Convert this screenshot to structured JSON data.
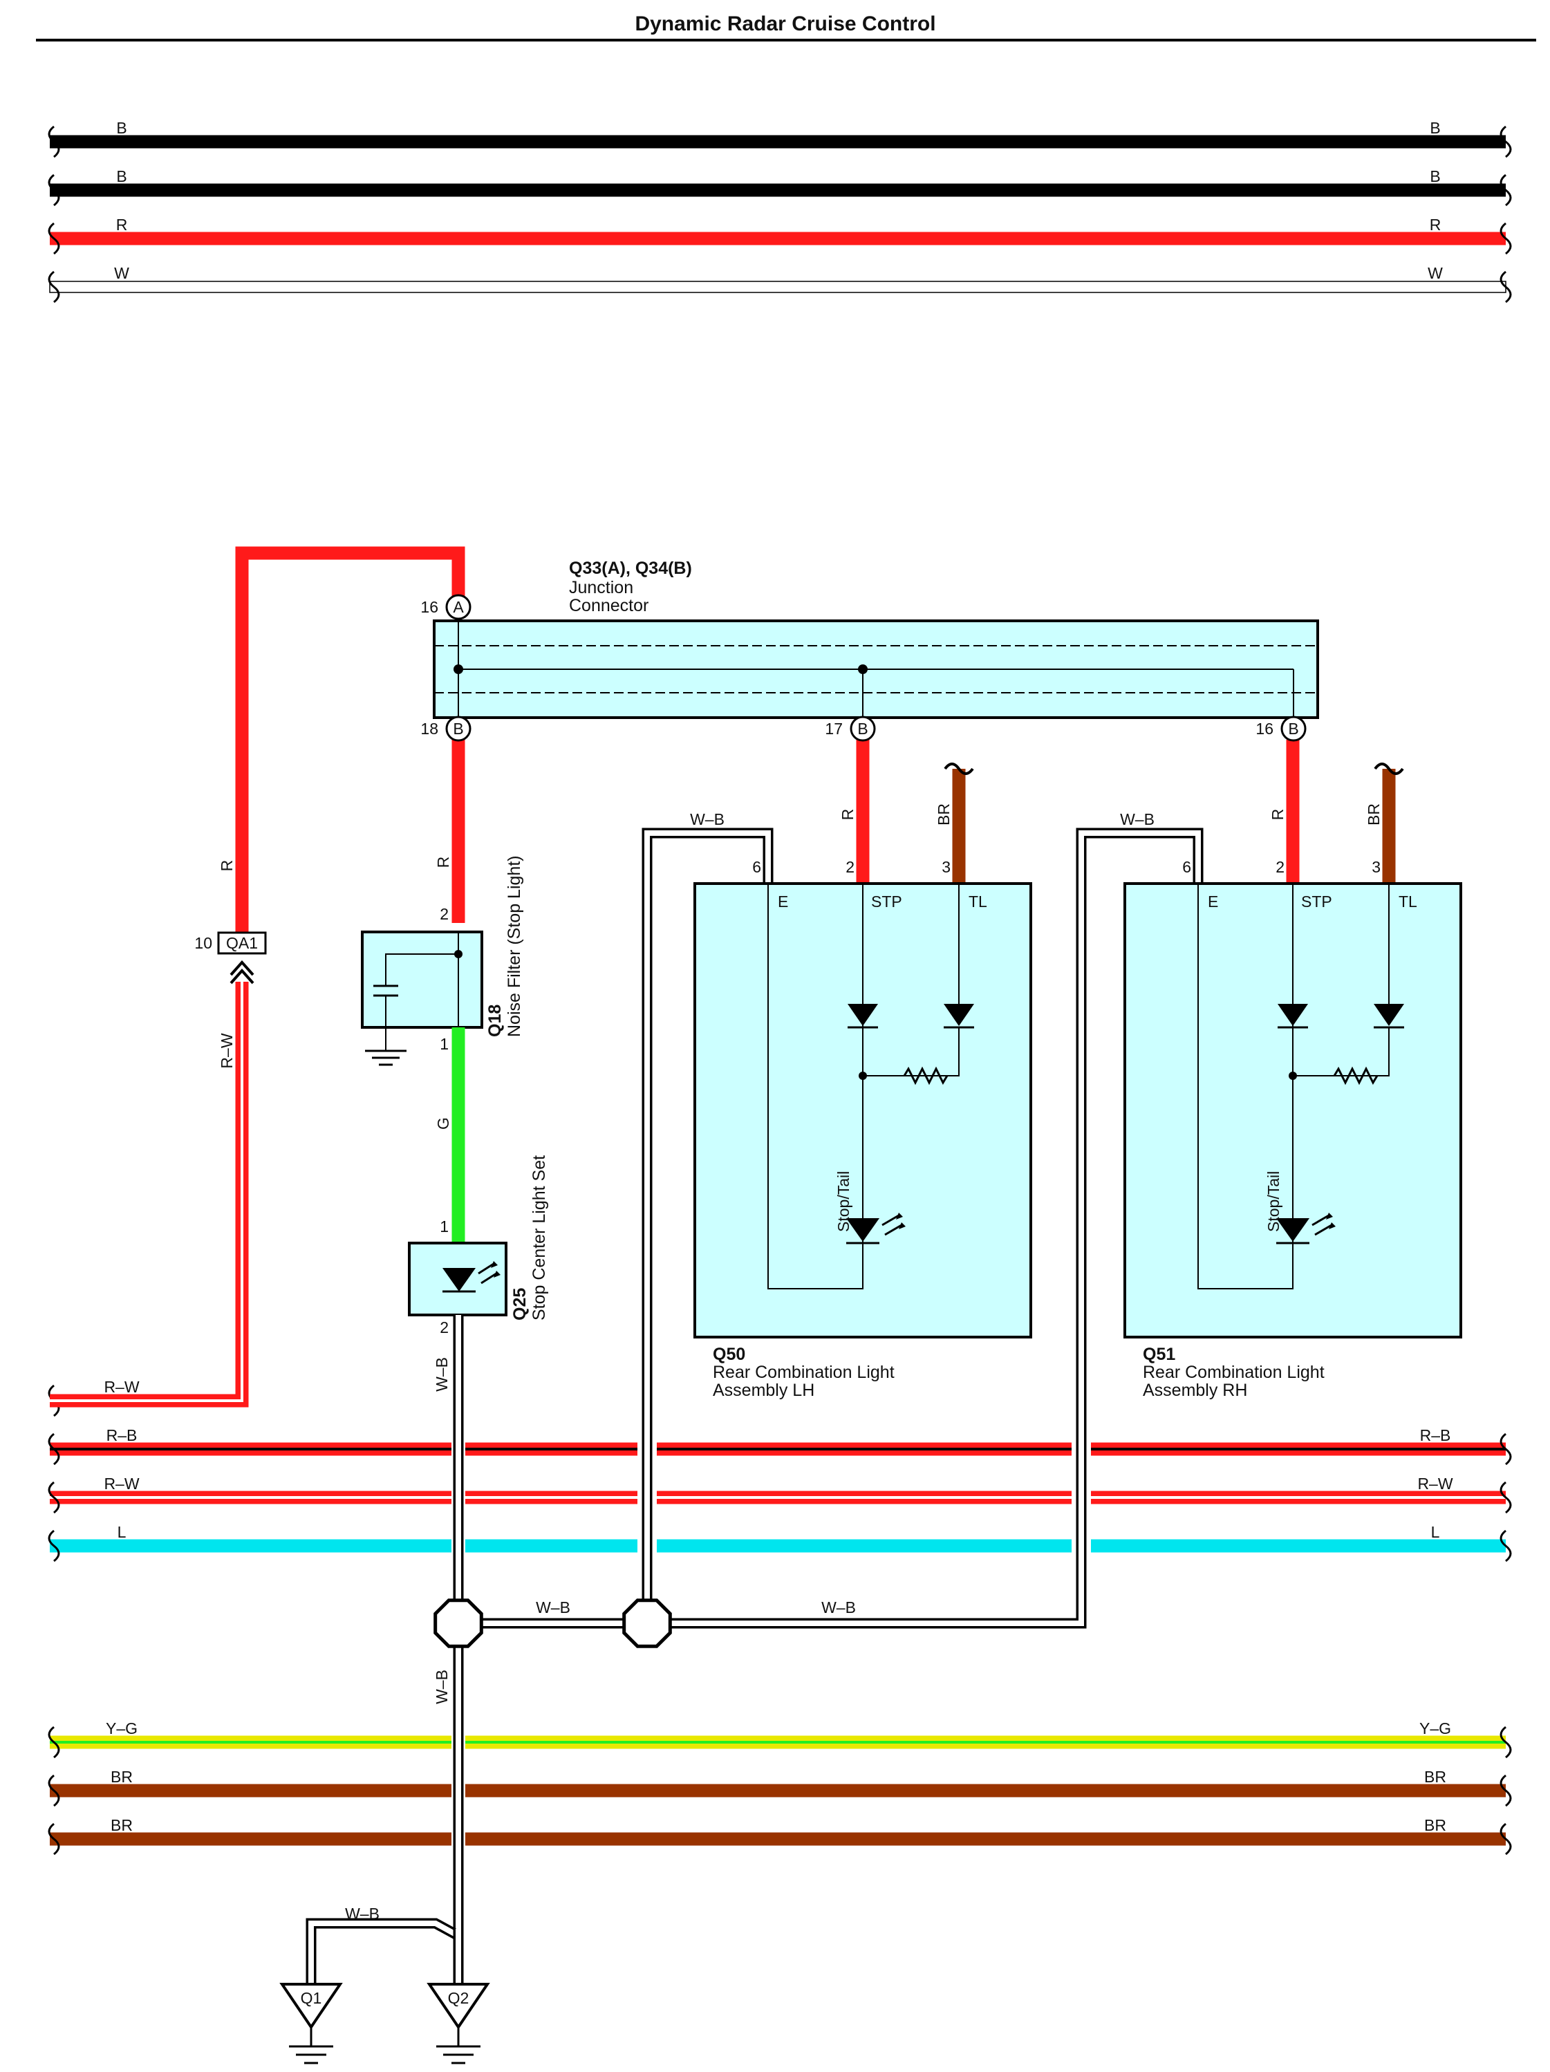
{
  "title": "Dynamic Radar Cruise Control",
  "top_bus": [
    {
      "code": "B",
      "color": "#000000"
    },
    {
      "code": "B",
      "color": "#000000"
    },
    {
      "code": "R",
      "color": "#ff1a1a"
    },
    {
      "code": "W",
      "color": "#ffffff"
    }
  ],
  "mid_bus": [
    {
      "code": "R–W",
      "color": "#ff1a1a"
    },
    {
      "code": "R–B",
      "color": "#ff1a1a"
    },
    {
      "code": "R–W",
      "color": "#ff1a1a"
    },
    {
      "code": "L",
      "color": "#00e5ee"
    }
  ],
  "bottom_bus": [
    {
      "code": "Y–G",
      "color": "#e8e800"
    },
    {
      "code": "BR",
      "color": "#993300"
    },
    {
      "code": "BR",
      "color": "#993300"
    }
  ],
  "junction_connector": {
    "id": "Q33(A), Q34(B)",
    "name_line1": "Junction",
    "name_line2": "Connector",
    "pin_top": {
      "pin": "16",
      "letter": "A"
    },
    "pin_left": {
      "pin": "18",
      "letter": "B"
    },
    "pin_mid": {
      "pin": "17",
      "letter": "B"
    },
    "pin_right": {
      "pin": "16",
      "letter": "B"
    }
  },
  "feed_wire": {
    "code": "R",
    "color": "#ff1a1a"
  },
  "connector_qa1": {
    "id": "QA1",
    "pin": "10",
    "lower_wire": "R–W"
  },
  "noise_filter": {
    "id": "Q18",
    "name": "Noise Filter (Stop Light)",
    "pin_top": "2",
    "pin_bottom": "1",
    "wire_in": "R"
  },
  "green_wire": {
    "code": "G",
    "color": "#22ee22"
  },
  "stop_center": {
    "id": "Q25",
    "name": "Stop Center Light Set",
    "pin_top": "1",
    "pin_bottom": "2",
    "wire_out": "W–B"
  },
  "lamps": [
    {
      "id": "Q50",
      "name_line1": "Rear Combination Light",
      "name_line2": "Assembly LH",
      "pins": {
        "e": "6",
        "stp": "2",
        "tl": "3"
      },
      "terminals": {
        "e": "E",
        "stp": "STP",
        "tl": "TL"
      },
      "bulb_label": "Stop/Tail",
      "wire_e": "W–B",
      "wire_stp": "R",
      "wire_tl": "BR"
    },
    {
      "id": "Q51",
      "name_line1": "Rear Combination Light",
      "name_line2": "Assembly RH",
      "pins": {
        "e": "6",
        "stp": "2",
        "tl": "3"
      },
      "terminals": {
        "e": "E",
        "stp": "STP",
        "tl": "TL"
      },
      "bulb_label": "Stop/Tail",
      "wire_e": "W–B",
      "wire_stp": "R",
      "wire_tl": "BR"
    }
  ],
  "splice_wires": {
    "left": "W–B",
    "right": "W–B",
    "down": "W–B",
    "ground_branch": "W–B"
  },
  "grounds": [
    {
      "id": "Q1"
    },
    {
      "id": "Q2"
    }
  ],
  "colors": {
    "box_fill": "#ccffff",
    "red": "#ff1a1a",
    "green": "#22ee22",
    "brown": "#993300",
    "cyan": "#00e5ee",
    "yellow": "#e8e800",
    "black": "#000000"
  }
}
